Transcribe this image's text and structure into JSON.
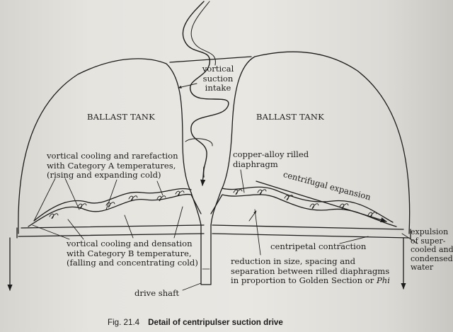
{
  "labels": {
    "ballast_left": "BALLAST TANK",
    "ballast_right": "BALLAST TANK",
    "vortical_suction": [
      "vortical",
      "suction",
      "intake"
    ],
    "vortical_cooling_a": [
      "vortical cooling and rarefaction",
      "with Category A temperatures,",
      "(rising and expanding cold)"
    ],
    "copper_alloy": [
      "copper-alloy rilled",
      "diaphragm"
    ],
    "centrifugal": "centrifugal expansion",
    "vortical_cooling_b": [
      "vortical cooling and densation",
      "with Category B temperature,",
      "(falling and concentrating cold)"
    ],
    "centripetal": "centripetal contraction",
    "reduction_prefix": [
      "reduction in size, spacing and",
      "separation between rilled diaphragms",
      "in proportion to Golden Section or "
    ],
    "reduction_phi": "Phi",
    "drive_shaft": "drive shaft",
    "expulsion": [
      "expulsion",
      "of super-",
      "cooled and",
      "condensed",
      "water"
    ]
  },
  "caption": {
    "figure": "Fig. 21.4",
    "title": "Detail of centripulser suction drive"
  },
  "colors": {
    "ink": "#1c1c1c",
    "paper": "#e6e4df"
  }
}
